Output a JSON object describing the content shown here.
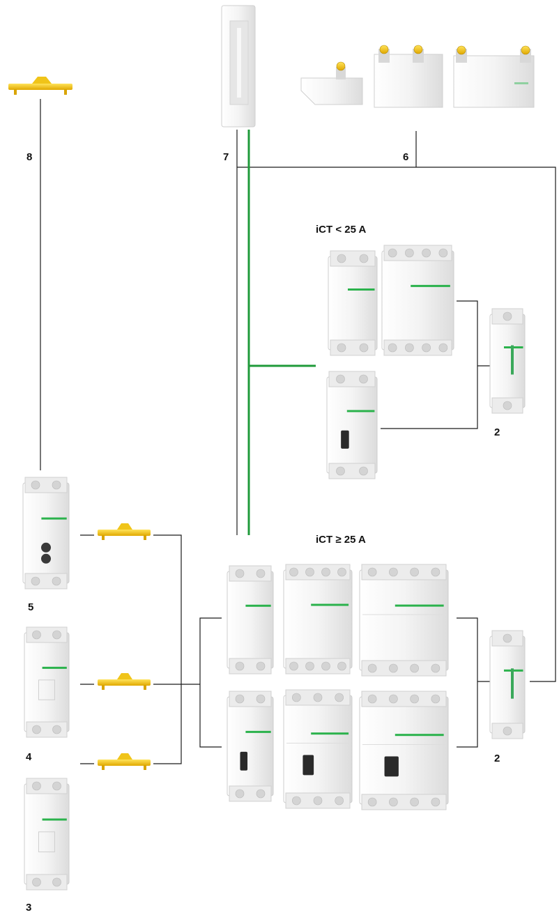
{
  "side_code": "",
  "labels": {
    "item_8": "8",
    "item_7": "7",
    "item_6": "6",
    "item_5": "5",
    "item_4": "4",
    "item_3": "3",
    "item_2_top": "2",
    "item_2_bottom": "2"
  },
  "groups": {
    "small": "iCT < 25 A",
    "large": "iCT ≥ 25 A"
  },
  "colors": {
    "wire": "#1a1a1a",
    "green_wire": "#1f9a3a",
    "yellow_part": "#f1c40f",
    "device_body": "#f2f2f2",
    "device_edge": "#c9c9c9",
    "accent": "#2bb24c"
  }
}
